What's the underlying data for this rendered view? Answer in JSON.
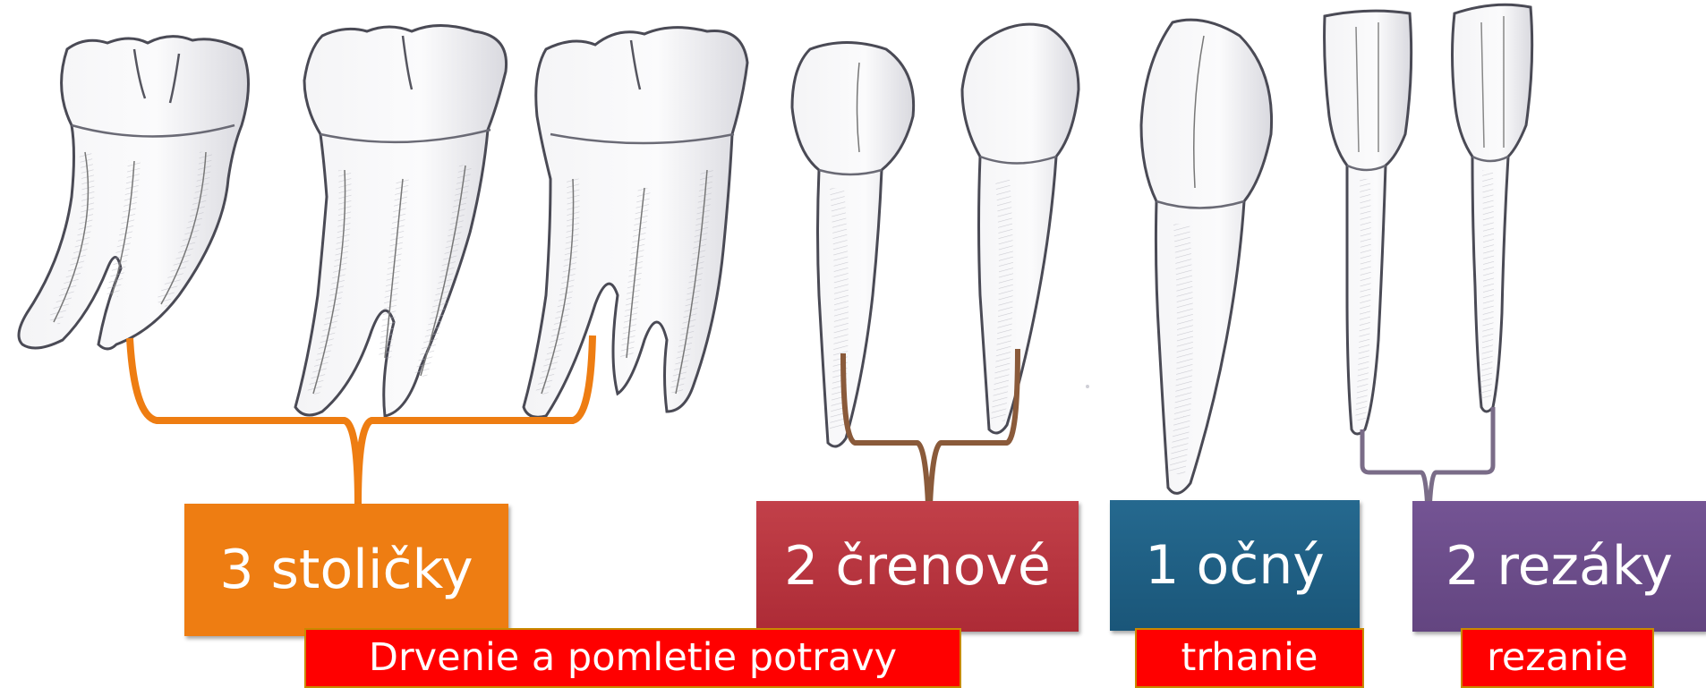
{
  "labels": {
    "molars": "3 stoličky",
    "premolars": "2 črenové",
    "canine": "1 očný",
    "incisors": "2 rezáky"
  },
  "functions": {
    "grinding": "Drvenie a pomletie potravy",
    "tearing": "trhanie",
    "cutting": "rezanie"
  },
  "colors": {
    "molars": "#ee7d12",
    "premolars": "#b8333f",
    "canine": "#1f5f86",
    "incisors": "#6b4d88",
    "function_bg": "#ff0000",
    "bracket_molars": "#ee7d12",
    "bracket_premolars": "#8a5a3a",
    "bracket_incisors": "#7a6c88"
  }
}
